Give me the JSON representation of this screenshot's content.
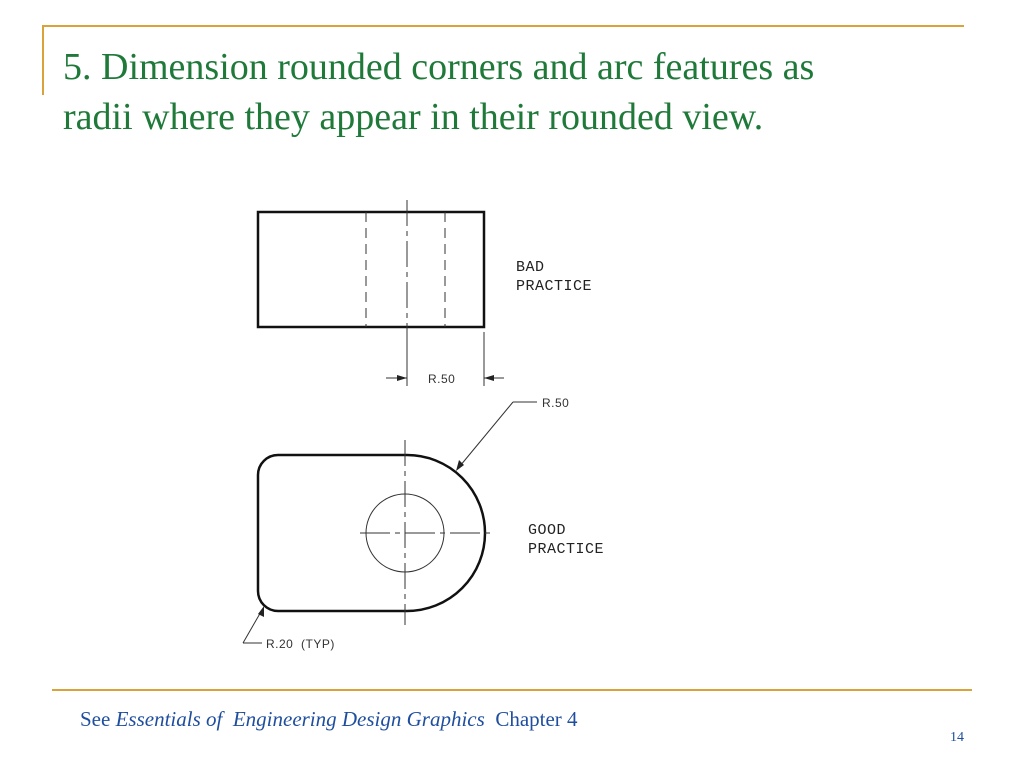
{
  "slide": {
    "title_line1": "5. Dimension rounded corners and arc features as",
    "title_line2": "radii where they appear in their rounded view.",
    "page_number": "14"
  },
  "footer": {
    "prefix": "See ",
    "book_title": "Essentials of  Engineering Design Graphics",
    "suffix": "  Chapter 4"
  },
  "diagram": {
    "bad_label_line1": "BAD",
    "bad_label_line2": "PRACTICE",
    "bad_dimension": "R.50",
    "good_label_line1": "GOOD",
    "good_label_line2": "PRACTICE",
    "good_dimension": "R.50",
    "corner_dimension": "R.20  (TYP)"
  },
  "colors": {
    "title": "#1f7a3a",
    "accent_rule": "#d9a23a",
    "footer_text": "#1f4e9e"
  }
}
